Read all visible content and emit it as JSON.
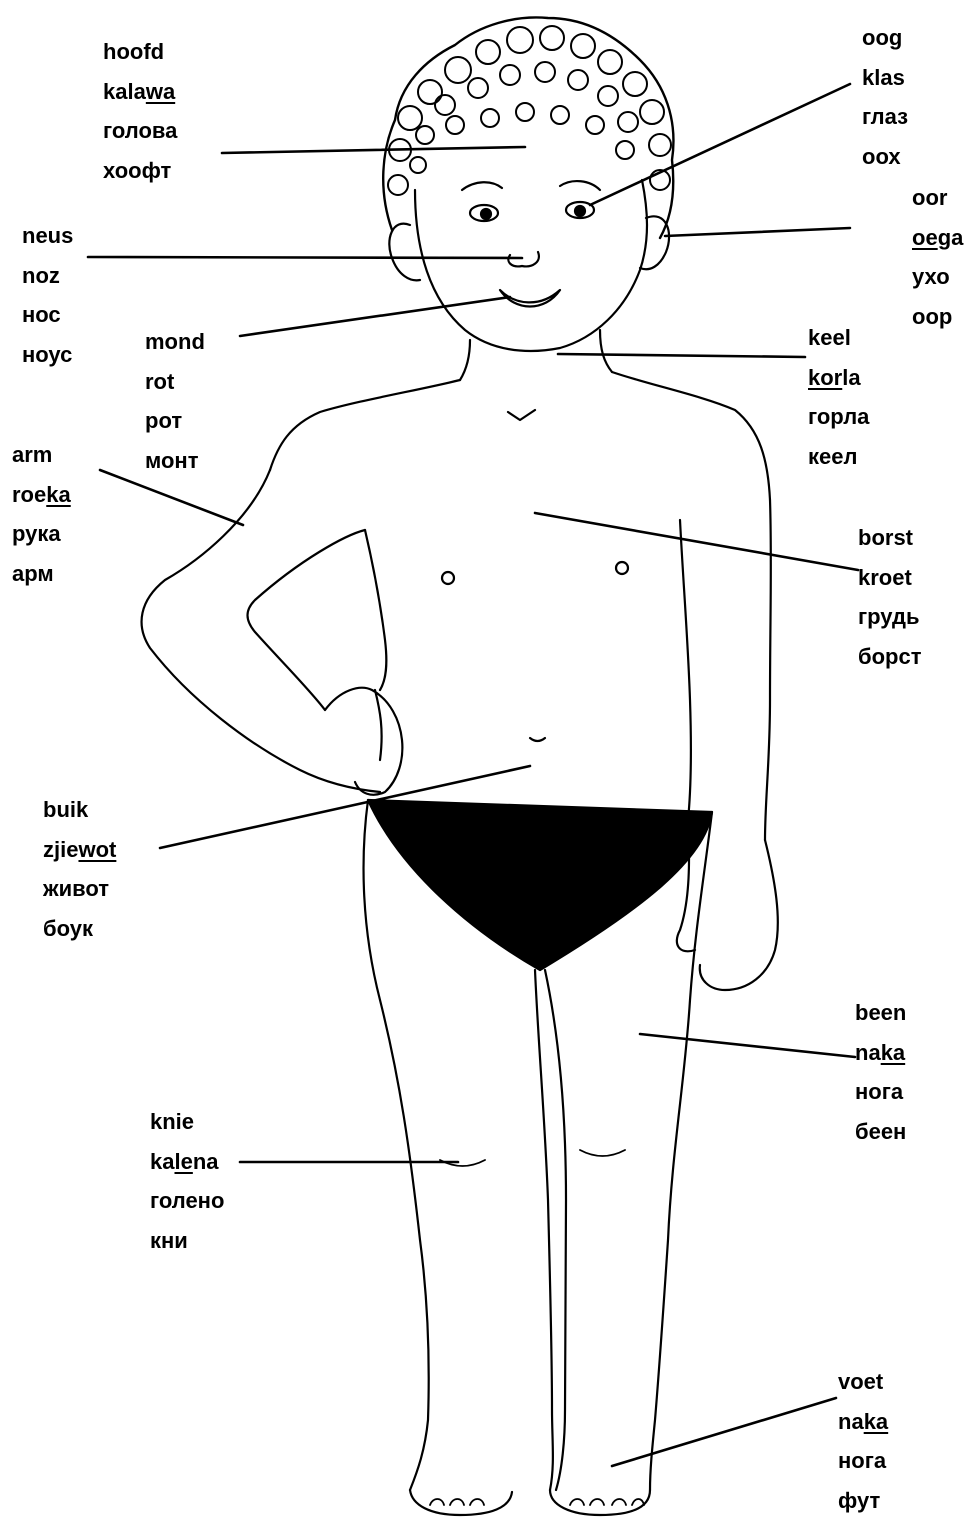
{
  "colors": {
    "ink": "#000000",
    "paper": "#ffffff"
  },
  "labels": {
    "head": {
      "lines": [
        {
          "parts": [
            {
              "t": "hoofd"
            }
          ]
        },
        {
          "parts": [
            {
              "t": "kala"
            },
            {
              "t": "wa",
              "u": true
            }
          ]
        },
        {
          "parts": [
            {
              "t": "голова"
            }
          ]
        },
        {
          "parts": [
            {
              "t": "хоофт"
            }
          ]
        }
      ]
    },
    "eye": {
      "lines": [
        {
          "parts": [
            {
              "t": "oog"
            }
          ]
        },
        {
          "parts": [
            {
              "t": "klas"
            }
          ]
        },
        {
          "parts": [
            {
              "t": "глаз"
            }
          ]
        },
        {
          "parts": [
            {
              "t": "оох"
            }
          ]
        }
      ]
    },
    "ear": {
      "lines": [
        {
          "parts": [
            {
              "t": "oor"
            }
          ]
        },
        {
          "parts": [
            {
              "t": "oe",
              "u": true
            },
            {
              "t": "ga"
            }
          ]
        },
        {
          "parts": [
            {
              "t": "ухо"
            }
          ]
        },
        {
          "parts": [
            {
              "t": "оор"
            }
          ]
        }
      ]
    },
    "nose": {
      "lines": [
        {
          "parts": [
            {
              "t": "neus"
            }
          ]
        },
        {
          "parts": [
            {
              "t": "noz"
            }
          ]
        },
        {
          "parts": [
            {
              "t": "нос"
            }
          ]
        },
        {
          "parts": [
            {
              "t": "ноус"
            }
          ]
        }
      ]
    },
    "mouth": {
      "lines": [
        {
          "parts": [
            {
              "t": "mond"
            }
          ]
        },
        {
          "parts": [
            {
              "t": "rot"
            }
          ]
        },
        {
          "parts": [
            {
              "t": "рот"
            }
          ]
        },
        {
          "parts": [
            {
              "t": "монт"
            }
          ]
        }
      ]
    },
    "throat": {
      "lines": [
        {
          "parts": [
            {
              "t": "keel"
            }
          ]
        },
        {
          "parts": [
            {
              "t": "kor",
              "u": true
            },
            {
              "t": "la"
            }
          ]
        },
        {
          "parts": [
            {
              "t": "горла"
            }
          ]
        },
        {
          "parts": [
            {
              "t": "кеел"
            }
          ]
        }
      ]
    },
    "arm": {
      "lines": [
        {
          "parts": [
            {
              "t": "arm"
            }
          ]
        },
        {
          "parts": [
            {
              "t": "roe"
            },
            {
              "t": "ka",
              "u": true
            }
          ]
        },
        {
          "parts": [
            {
              "t": "рука"
            }
          ]
        },
        {
          "parts": [
            {
              "t": "арм"
            }
          ]
        }
      ]
    },
    "chest": {
      "lines": [
        {
          "parts": [
            {
              "t": "borst"
            }
          ]
        },
        {
          "parts": [
            {
              "t": "kroet"
            }
          ]
        },
        {
          "parts": [
            {
              "t": "грудь"
            }
          ]
        },
        {
          "parts": [
            {
              "t": "борст"
            }
          ]
        }
      ]
    },
    "belly": {
      "lines": [
        {
          "parts": [
            {
              "t": "buik"
            }
          ]
        },
        {
          "parts": [
            {
              "t": "zjie"
            },
            {
              "t": "wot",
              "u": true
            }
          ]
        },
        {
          "parts": [
            {
              "t": "живот"
            }
          ]
        },
        {
          "parts": [
            {
              "t": "боук"
            }
          ]
        }
      ]
    },
    "leg": {
      "lines": [
        {
          "parts": [
            {
              "t": "been"
            }
          ]
        },
        {
          "parts": [
            {
              "t": "na"
            },
            {
              "t": "ka",
              "u": true
            }
          ]
        },
        {
          "parts": [
            {
              "t": "нога"
            }
          ]
        },
        {
          "parts": [
            {
              "t": "беен"
            }
          ]
        }
      ]
    },
    "knee": {
      "lines": [
        {
          "parts": [
            {
              "t": "knie"
            }
          ]
        },
        {
          "parts": [
            {
              "t": "ka"
            },
            {
              "t": "le",
              "u": true
            },
            {
              "t": "na"
            }
          ]
        },
        {
          "parts": [
            {
              "t": "голено"
            }
          ]
        },
        {
          "parts": [
            {
              "t": "кни"
            }
          ]
        }
      ]
    },
    "foot": {
      "lines": [
        {
          "parts": [
            {
              "t": "voet"
            }
          ]
        },
        {
          "parts": [
            {
              "t": "na"
            },
            {
              "t": "ka",
              "u": true
            }
          ]
        },
        {
          "parts": [
            {
              "t": "нога"
            }
          ]
        },
        {
          "parts": [
            {
              "t": "фут"
            }
          ]
        }
      ]
    }
  }
}
